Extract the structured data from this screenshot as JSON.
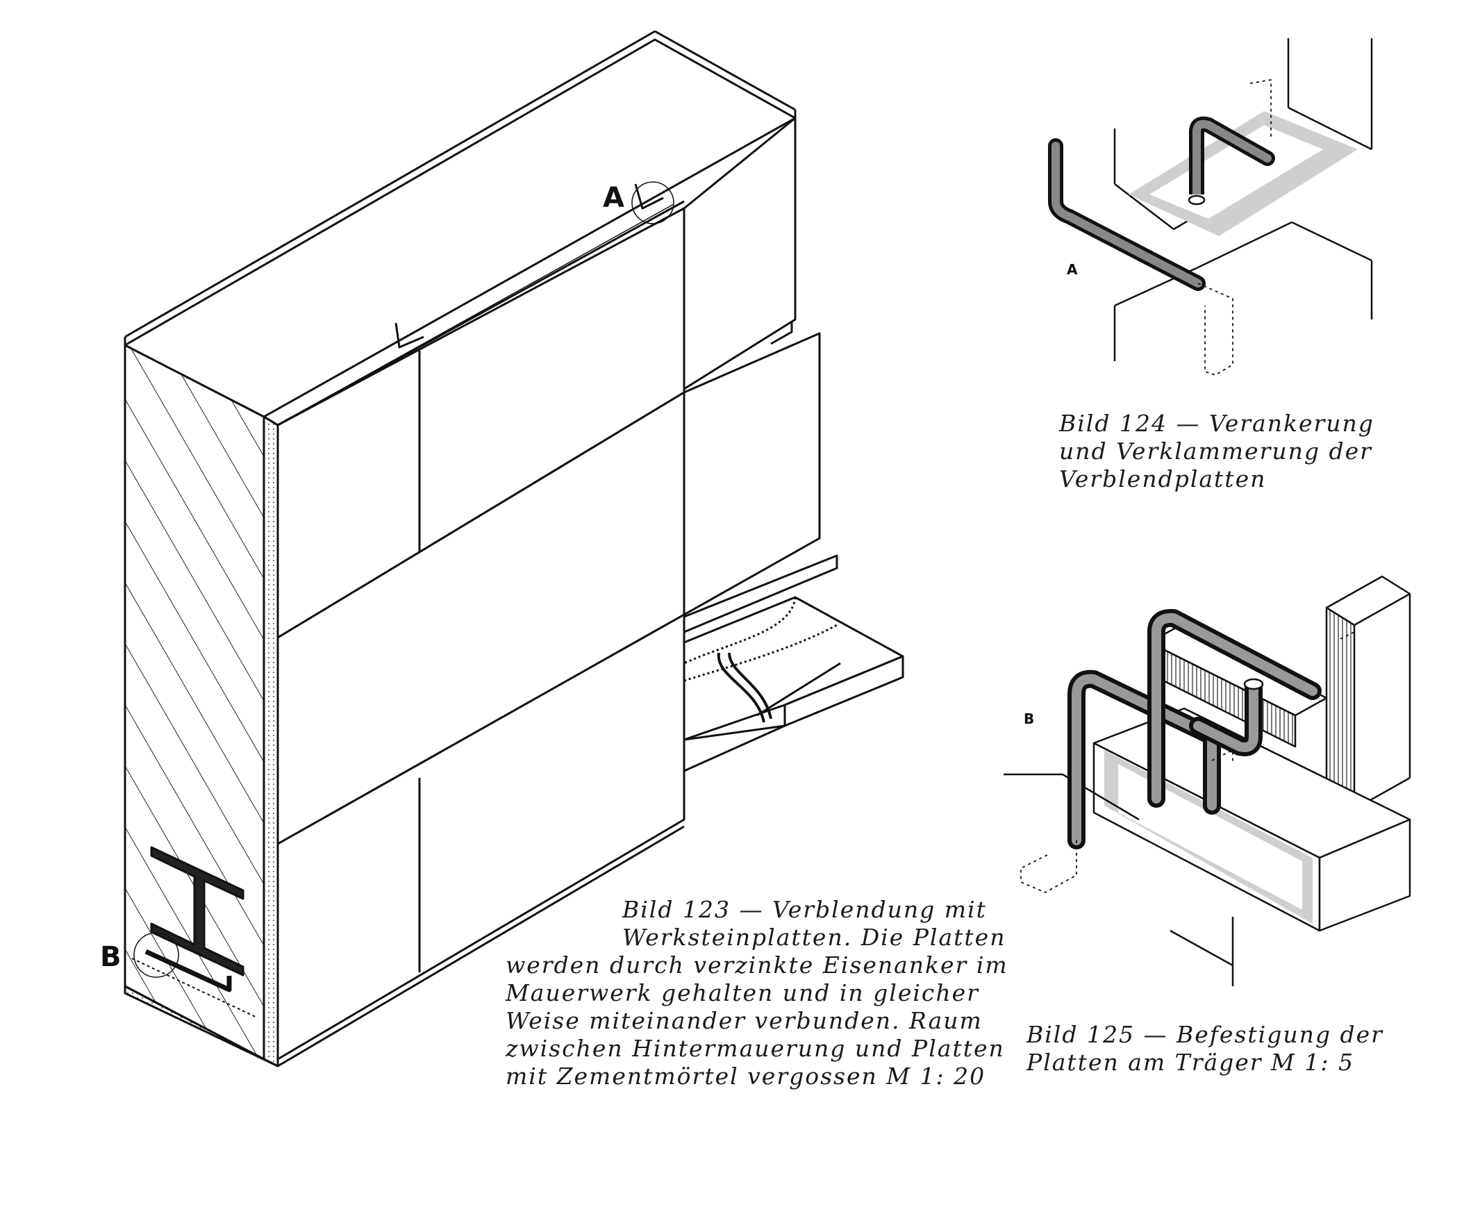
{
  "labels": {
    "a_main": "A",
    "b_main": "B",
    "a_detail": "A",
    "b_detail": "B"
  },
  "captions": {
    "bild123": [
      "Bild 123 — Verblendung mit",
      "Werksteinplatten. Die Platten",
      "werden durch verzinkte Eisenanker im",
      "Mauerwerk gehalten und in gleicher",
      "Weise miteinander verbunden. Raum",
      "zwischen Hintermauerung und Platten",
      "mit Zementmörtel vergossen M 1: 20"
    ],
    "bild124": [
      "Bild 124 — Verankerung",
      "und Verklammerung der",
      "Verblendplatten"
    ],
    "bild125": [
      "Bild 125 — Befestigung der",
      "Platten am Träger M 1: 5"
    ]
  }
}
